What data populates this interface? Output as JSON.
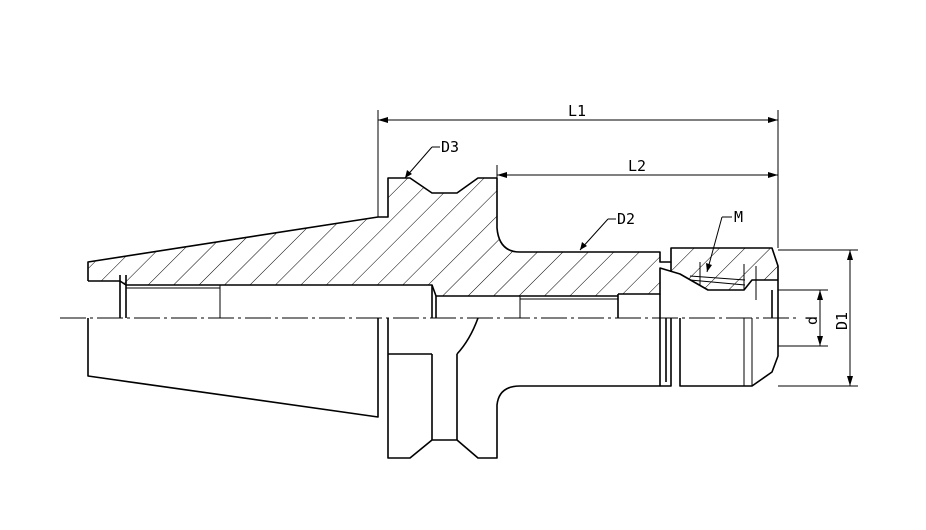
{
  "labels": {
    "L1": "L1",
    "L2": "L2",
    "D1": "D1",
    "D2": "D2",
    "D3": "D3",
    "d": "d",
    "M": "M"
  },
  "colors": {
    "line": "#000000",
    "background": "#ffffff"
  }
}
